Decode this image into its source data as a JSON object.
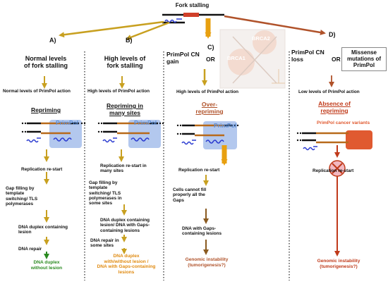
{
  "header": {
    "title": "Fork stalling"
  },
  "branches": {
    "a": {
      "letter": "A)",
      "heading": "Normal levels\nof fork stalling",
      "primpol_level": "Normal levels of PrimPol action",
      "outcome": "Repriming",
      "protein": "PrimPol",
      "restart": "Replication re-start",
      "gap_filling": "Gap filling by\ntemplate\nswitching/ TLS\npolymerases",
      "duplex": "DNA duplex containing\nlesion",
      "repair": "DNA repair",
      "result": "DNA duplex\nwithout lesion"
    },
    "b": {
      "letter": "B)",
      "heading": "High levels of\nfork stalling",
      "primpol_level": "High levels of PrimPol action",
      "outcome": "Repriming in\nmany sites",
      "protein": "PrimPol",
      "restart": "Replication re-start in\nmany sites",
      "gap_filling": "Gap filling by\ntemplate\nswitching/ TLS\npolymerases in\nsome sites",
      "duplex": "DNA duplex containing\nlesion/ DNA with Gaps-\ncontaining lesions",
      "repair": "DNA repair in\nsome sites",
      "result": "DNA duplex\nwith/without lesion /\nDNA with Gaps-containing\nlesions"
    },
    "c": {
      "letter": "C)",
      "heading": "PrimPol CN\ngain",
      "or_label": "OR",
      "brca1": "BRCA1",
      "brca2": "BRCA2",
      "primpol_level": "High levels of PrimPol action",
      "outcome": "Over-\nrepriming",
      "protein": "PrimPol",
      "restart": "Replication re-start",
      "cells_cannot": "Cells cannot fill\nproperly all the\nGaps",
      "dna_gaps": "DNA with Gaps-\ncontaining lesions",
      "result": "Genomic instability\n(tumorigenesis?)"
    },
    "d": {
      "letter": "D)",
      "heading_left": "PrimPol CN\nloss",
      "or_label": "OR",
      "heading_right": "Missense\nmutations of\nPrimPol",
      "primpol_level": "Low levels of PrimPol action",
      "outcome": "Absence of\nrepriming",
      "variant": "PrimPol cancer variants",
      "restart": "Replication re-start",
      "result": "Genomic instability\n(tumorigenesis?)"
    }
  },
  "colors": {
    "gold_arrow": "#c8a020",
    "orange_arrow": "#e8a010",
    "brown_arrow": "#b0522a",
    "red_arrow": "#c03a1a",
    "dark_arrow": "#8a5a20",
    "green_text": "#2a8a20",
    "orange_text": "#e08a10",
    "primpol_blue": "#5b8fdb",
    "variant_red": "#e05a30",
    "strand_orange": "#c8631a"
  }
}
